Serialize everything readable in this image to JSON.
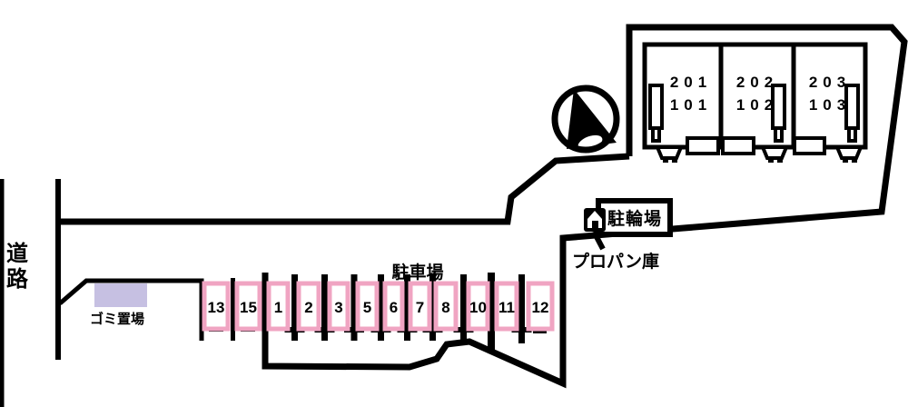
{
  "road": {
    "label": "道路"
  },
  "garbage_area": {
    "label": "ゴミ置場",
    "fill_color": "#c6c0e2"
  },
  "parking": {
    "label": "駐車場",
    "stall_color": "#f0a4c2",
    "space_labels": [
      "13",
      "15",
      "1",
      "2",
      "3",
      "5",
      "6",
      "7",
      "8",
      "10",
      "11",
      "12"
    ]
  },
  "bicycle_parking": {
    "label": "駐輪場"
  },
  "propane": {
    "label": "プロパン庫"
  },
  "building": {
    "units": [
      {
        "upper": "201",
        "lower": "101"
      },
      {
        "upper": "202",
        "lower": "102"
      },
      {
        "upper": "203",
        "lower": "103"
      }
    ]
  },
  "icons": {
    "compass": "compass-north-arrow-icon",
    "propane_tank": "propane-tank-icon"
  },
  "colors": {
    "line": "#000000",
    "stall_pink": "#f0a4c2",
    "garbage_lavender": "#c6c0e2",
    "background": "#ffffff"
  }
}
